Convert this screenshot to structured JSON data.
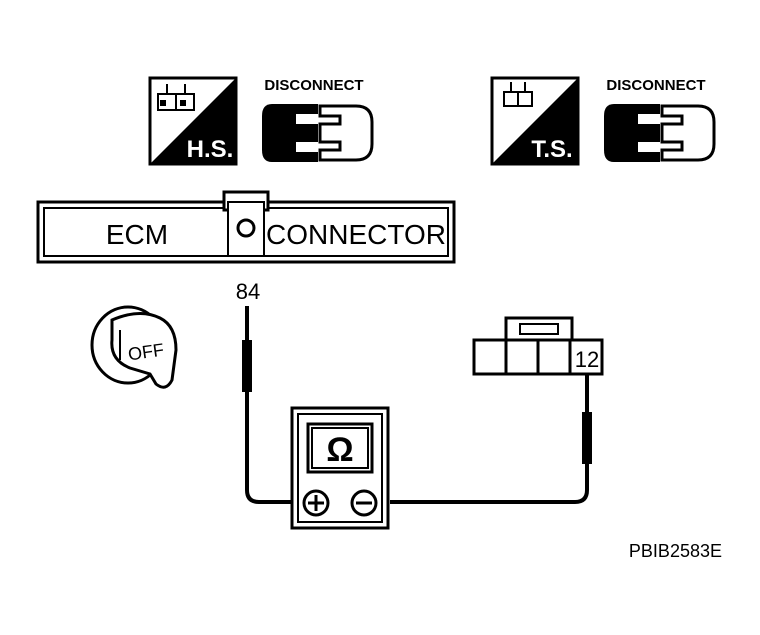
{
  "badges": [
    {
      "icon": "harness-side-icon",
      "label": "H.S.",
      "caption": "DISCONNECT"
    },
    {
      "icon": "terminal-side-icon",
      "label": "T.S.",
      "caption": "DISCONNECT"
    }
  ],
  "ecm_connector": {
    "left_label": "ECM",
    "right_label": "CONNECTOR",
    "terminal": "84"
  },
  "ignition": {
    "position": "OFF"
  },
  "sensor_connector": {
    "terminal": "12"
  },
  "meter": {
    "symbol": "Ω"
  },
  "figure_code": "PBIB2583E"
}
